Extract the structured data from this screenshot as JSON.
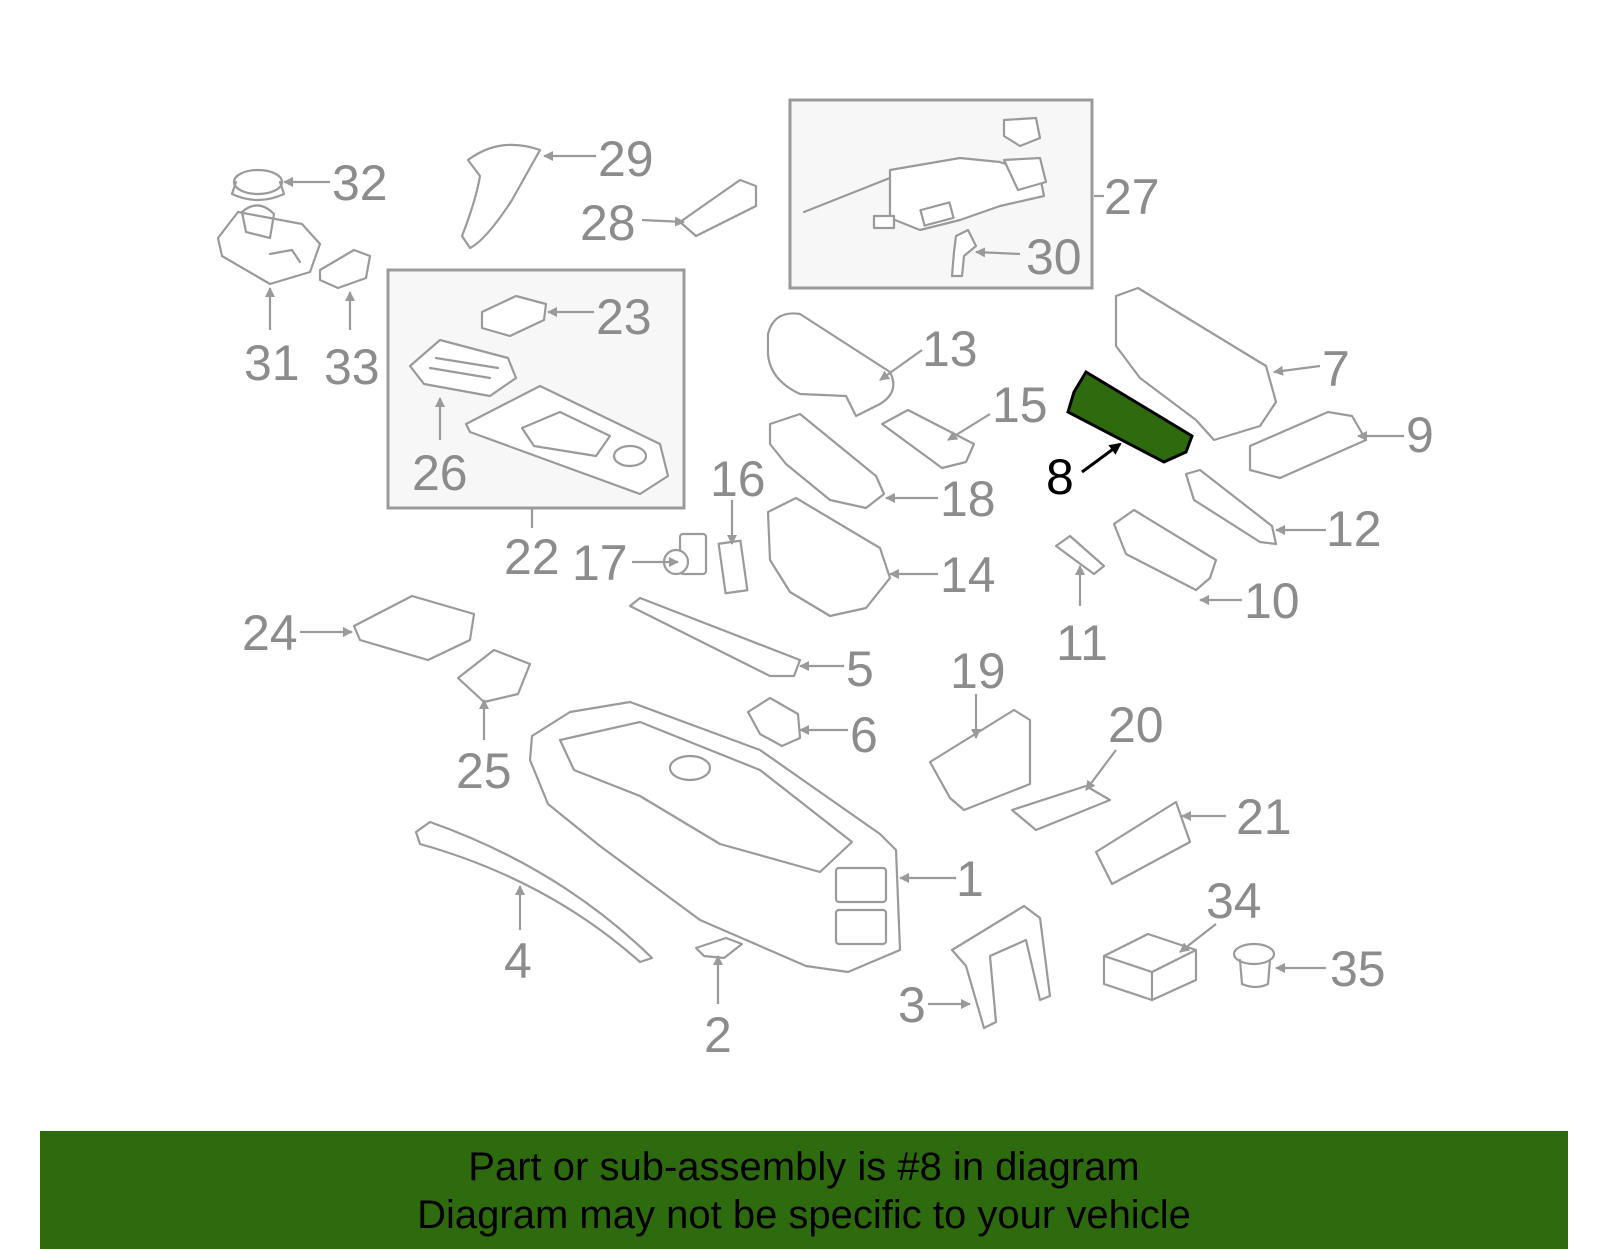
{
  "highlight": {
    "part": "8",
    "color": "#2e6b0e"
  },
  "colors": {
    "parts": "#9a9a9a",
    "labels": "#8c8c8c",
    "banner": "#2e6b0e"
  },
  "callouts": [
    "1",
    "2",
    "3",
    "4",
    "5",
    "6",
    "7",
    "8",
    "9",
    "10",
    "11",
    "12",
    "13",
    "14",
    "15",
    "16",
    "17",
    "18",
    "19",
    "20",
    "21",
    "22",
    "23",
    "24",
    "25",
    "26",
    "27",
    "28",
    "29",
    "30",
    "31",
    "32",
    "33",
    "34",
    "35"
  ],
  "banner": {
    "line1": "Part or sub-assembly is #8 in diagram",
    "line2": "Diagram may not be specific to your vehicle"
  }
}
